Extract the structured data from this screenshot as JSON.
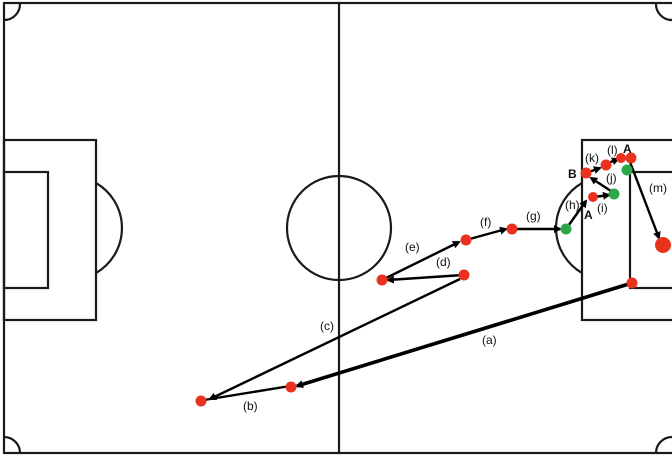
{
  "labels": {
    "a": "(a)",
    "b": "(b)",
    "c": "(c)",
    "d": "(d)",
    "e": "(e)",
    "f": "(f)",
    "g": "(g)",
    "h": "(h)",
    "i": "(i)",
    "j": "(j)",
    "k": "(k)",
    "l": "(l)",
    "m": "(m)"
  },
  "player_marks": {
    "A1": "A",
    "A2": "A",
    "B": "B"
  },
  "colors": {
    "pitch_lines": "#1a1a1a",
    "pass_arrow": "#000000",
    "red_player": "#e8321e",
    "green_player": "#2ba84a"
  }
}
